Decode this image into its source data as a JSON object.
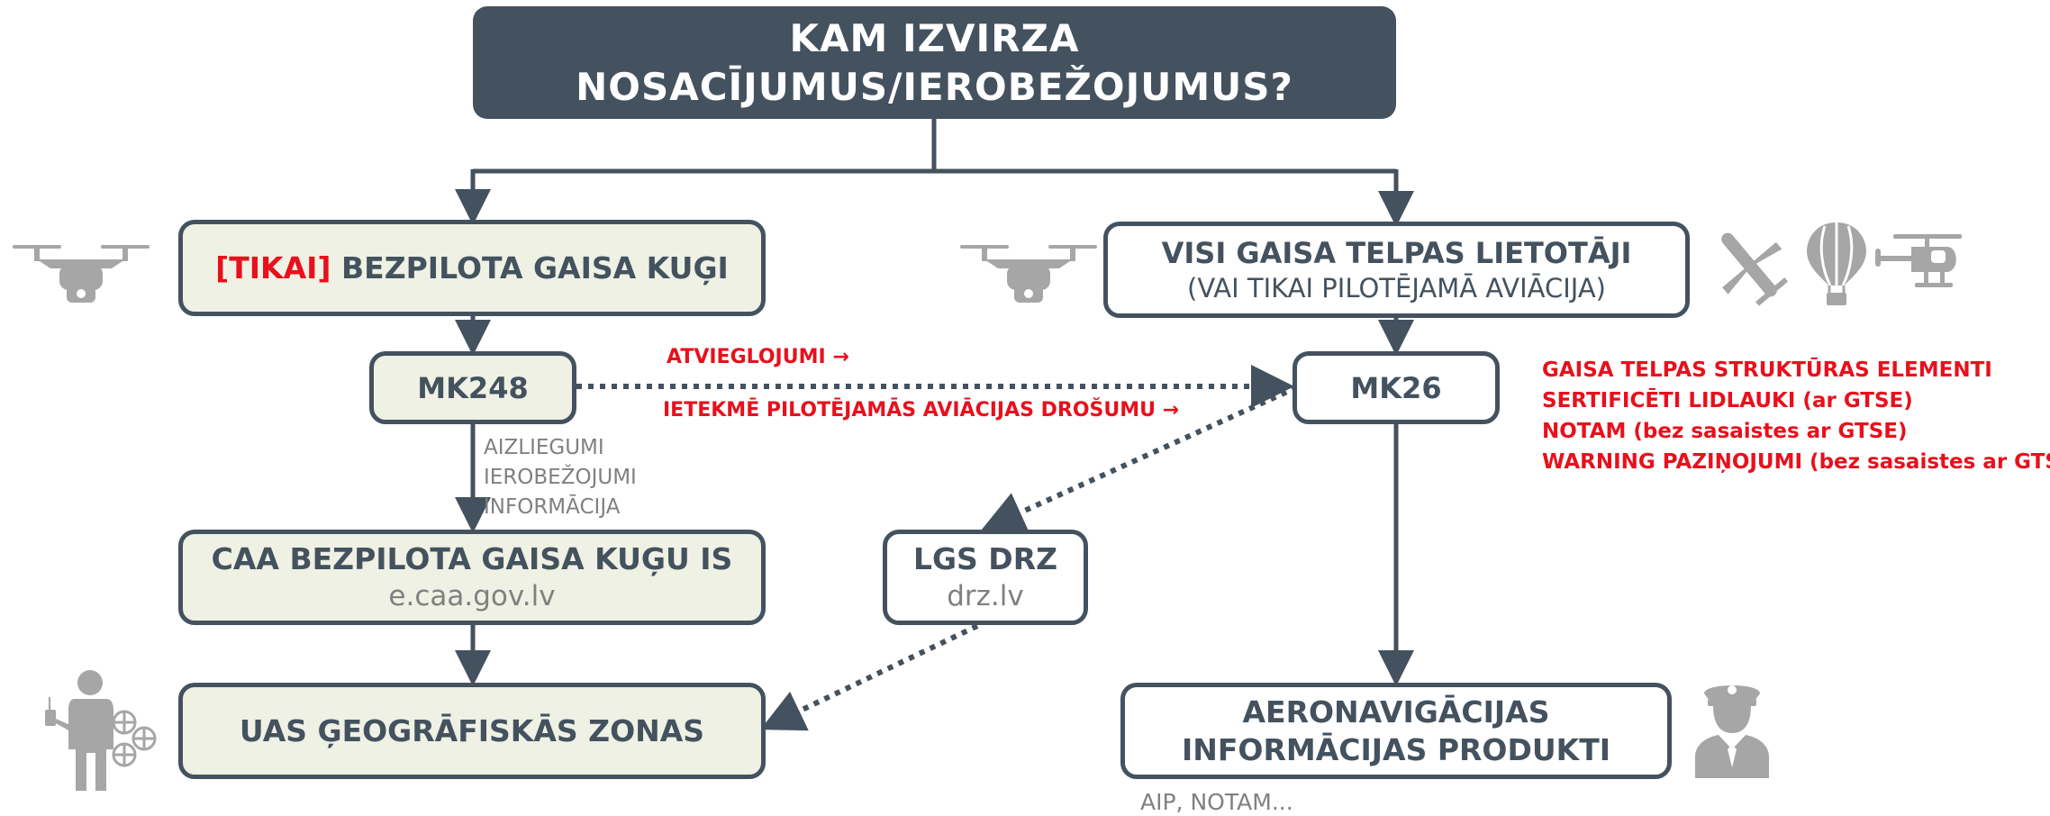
{
  "title": {
    "line1": "KAM IZVIRZA",
    "line2": "NOSACĪJUMUS/IEROBEŽOJUMUS?"
  },
  "left_branch": {
    "uas_box": {
      "prefix": "[TIKAI]",
      "text": "BEZPILOTA GAISA KUĢI"
    },
    "mk248": "MK248",
    "arrow_labels": [
      "AIZLIEGUMI",
      "IEROBEŽOJUMI",
      "INFORMĀCIJA"
    ],
    "caa_box": {
      "title": "CAA BEZPILOTA GAISA KUĢU IS",
      "subtitle": "e.caa.gov.lv"
    },
    "zones_box": "UAS ĢEOGRĀFISKĀS ZONAS"
  },
  "right_branch": {
    "users_box": {
      "title": "VISI GAISA TELPAS LIETOTĀJI",
      "subtitle": "(VAI TIKAI PILOTĒJAMĀ AVIĀCIJA)"
    },
    "mk26": "MK26",
    "side_list": [
      "GAISA TELPAS STRUKTŪRAS ELEMENTI",
      "SERTIFICĒTI LIDLAUKI (ar GTSE)",
      "NOTAM (bez sasaistes ar GTSE)",
      "WARNING PAZIŅOJUMI (bez sasaistes ar GTSE)"
    ],
    "aip_box": {
      "line1": "AERONAVIGĀCIJAS",
      "line2": "INFORMĀCIJAS PRODUKTI"
    },
    "aip_note": "AIP, NOTAM..."
  },
  "middle": {
    "relief_label": "ATVIEGLOJUMI →",
    "impact_label": "IETEKMĒ PILOTĒJAMĀS AVIĀCIJAS DROŠUMU →",
    "lgs_box": {
      "title": "LGS DRZ",
      "subtitle": "drz.lv"
    }
  },
  "colors": {
    "dark": "#44525f",
    "green_fill": "#eef1e3",
    "red": "#e8101c",
    "grey_icon": "#a6a6a6"
  },
  "icons": [
    "drone-icon",
    "airplane-icon",
    "hot-air-balloon-icon",
    "helicopter-icon",
    "drone-pilot-icon",
    "airline-pilot-icon"
  ]
}
